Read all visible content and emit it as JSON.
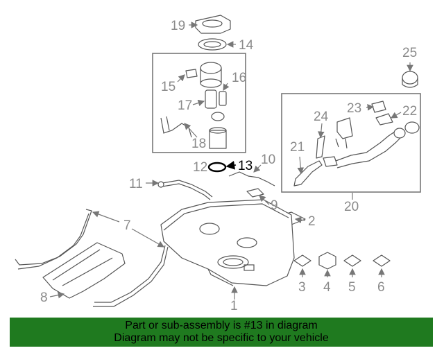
{
  "diagram": {
    "callouts": {
      "c1": "1",
      "c2": "2",
      "c3": "3",
      "c4": "4",
      "c5": "5",
      "c6": "6",
      "c7": "7",
      "c8": "8",
      "c9": "9",
      "c10": "10",
      "c11": "11",
      "c12": "12",
      "c13": "13",
      "c14": "14",
      "c15": "15",
      "c16": "16",
      "c17": "17",
      "c18": "18",
      "c19": "19",
      "c20": "20",
      "c21": "21",
      "c22": "22",
      "c23": "23",
      "c24": "24",
      "c25": "25"
    },
    "highlighted_part": "13",
    "colors": {
      "banner": "#1f7a1f",
      "line_art": "#555555",
      "callout_text": "#8a8a8a",
      "highlight_text": "#000000"
    }
  },
  "banner": {
    "line1": "Part or sub-assembly is #13 in diagram",
    "line2": "Diagram may not be specific to your vehicle"
  }
}
